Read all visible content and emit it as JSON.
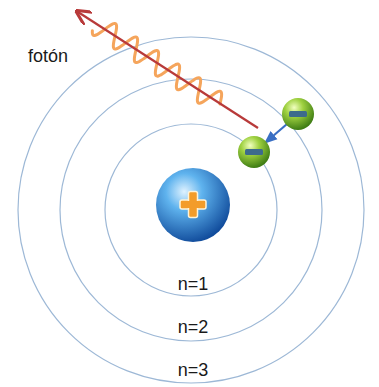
{
  "diagram": {
    "labels": [
      "fotón",
      "n=1",
      "n=2",
      "n=3"
    ]
  }
}
